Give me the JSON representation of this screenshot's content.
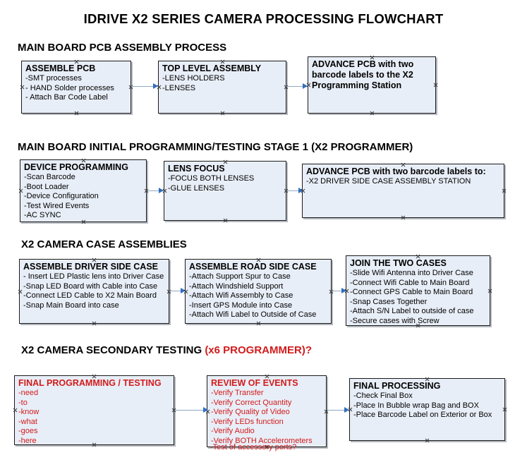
{
  "document": {
    "title": "IDRIVE X2  SERIES CAMERA PROCESSING FLOWCHART"
  },
  "colors": {
    "node_fill": "#e8eef7",
    "node_border": "#1a1a1a",
    "connector": "#8fa8c4",
    "arrowhead": "#2f6fc0",
    "accent_red": "#d21b1b",
    "text": "#000000"
  },
  "sections": [
    {
      "id": "main-board-pcb-assembly-process",
      "title": "MAIN BOARD PCB ASSEMBLY PROCESS",
      "title_accent": "",
      "nodes": [
        {
          "id": "assemble-pcb",
          "head": "ASSEMBLE PCB",
          "lines": [
            "-SMT processes",
            "- HAND Solder processes",
            "- Attach Bar Code Label"
          ]
        },
        {
          "id": "top-level-assembly",
          "head": "TOP LEVEL ASSEMBLY",
          "lines": [
            "-LENS HOLDERS",
            "-LENSES"
          ]
        },
        {
          "id": "advance-pcb-to-x2-programming-station",
          "head": "ADVANCE PCB with two barcode labels to the  X2 Programming Station",
          "lines": []
        }
      ]
    },
    {
      "id": "main-board-initial-programming-testing-stage-1",
      "title": "MAIN BOARD INITIAL PROGRAMMING/TESTING STAGE 1 (X2 PROGRAMMER)",
      "title_accent": "",
      "nodes": [
        {
          "id": "device-programming",
          "head": "DEVICE PROGRAMMING",
          "lines": [
            "-Scan Barcode",
            "-Boot Loader",
            "-Device Configuration",
            "-Test Wired Events",
            "-AC SYNC"
          ]
        },
        {
          "id": "lens-focus",
          "head": "LENS FOCUS",
          "lines": [
            "-FOCUS BOTH LENSES",
            "-GLUE LENSES"
          ]
        },
        {
          "id": "advance-pcb-to-driver-side-case-assembly",
          "head": "ADVANCE PCB with two barcode labels to:",
          "lines": [
            "-X2 DRIVER  SIDE  CASE  ASSEMBLY STATION"
          ]
        }
      ]
    },
    {
      "id": "x2-camera-case-assemblies",
      "title": "X2 CAMERA CASE ASSEMBLIES",
      "title_accent": "",
      "nodes": [
        {
          "id": "assemble-driver-side-case",
          "head": "ASSEMBLE DRIVER SIDE CASE",
          "lines": [
            "- Insert LED Plastic lens into Driver Case",
            "-Snap LED Board with Cable into Case",
            "-Connect LED Cable to X2 Main Board",
            "-Snap Main Board into case"
          ]
        },
        {
          "id": "assemble-road-side-case",
          "head": "ASSEMBLE ROAD SIDE CASE",
          "lines": [
            "-Attach Support Spur to Case",
            "-Attach Windshield Support",
            "-Attach Wifi Assembly to Case",
            "-Insert GPS Module into Case",
            "-Attach Wifi Label to Outside of Case"
          ]
        },
        {
          "id": "join-the-two-cases",
          "head": "JOIN THE TWO CASES",
          "lines": [
            "-Slide Wifi Antenna into Driver Case",
            "-Connect Wifi Cable to Main Board",
            "-Connect GPS Cable to Main Board",
            "-Snap Cases Together",
            "-Attach S/N Label to outside of case",
            "-Secure cases with Screw"
          ]
        }
      ]
    },
    {
      "id": "x2-camera-secondary-testing",
      "title": "X2 CAMERA SECONDARY TESTING ",
      "title_accent": "(x6 PROGRAMMER)?",
      "nodes": [
        {
          "id": "final-programming-testing",
          "head": "FINAL PROGRAMMING / TESTING",
          "lines": [
            "-need",
            "-to",
            "-know",
            "-what",
            "-goes",
            "-here"
          ]
        },
        {
          "id": "review-of-events",
          "head": "REVIEW OF EVENTS",
          "lines": [
            "-Verify Transfer",
            "-Verify Correct Quantity",
            "-Verify Quality of Video",
            "-Verify LEDs function",
            "-Verify Audio",
            "-Verify BOTH Accelerometers"
          ],
          "overflow_line": "-Test of accessory ports?"
        },
        {
          "id": "final-processing",
          "head": "FINAL PROCESSING",
          "lines": [
            "-Check Final Box",
            "-Place In Bubble wrap Bag and BOX",
            "-Place Barcode Label on Exterior or Box"
          ]
        }
      ]
    }
  ]
}
